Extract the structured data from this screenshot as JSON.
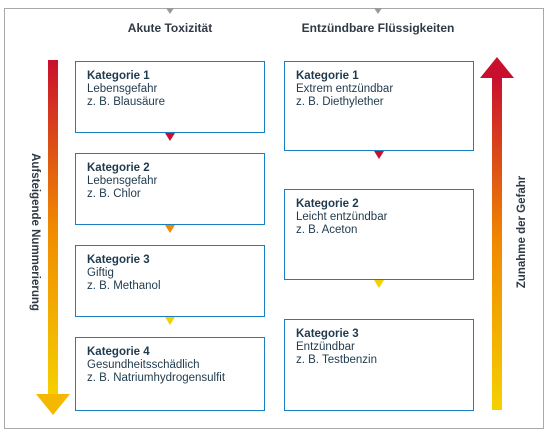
{
  "columns": {
    "left_heading": "Akute Toxizität",
    "right_heading": "Entzündbare Flüssigkeiten"
  },
  "left_boxes": [
    {
      "category": "Kategorie 1",
      "line1": "Lebensgefahr",
      "line2": "z. B. Blausäure"
    },
    {
      "category": "Kategorie 2",
      "line1": "Lebensgefahr",
      "line2": "z. B. Chlor"
    },
    {
      "category": "Kategorie 3",
      "line1": "Giftig",
      "line2": "z. B. Methanol"
    },
    {
      "category": "Kategorie 4",
      "line1": "Gesundheitsschädlich",
      "line2": "z. B. Natriumhydrogensulfit"
    }
  ],
  "right_boxes": [
    {
      "category": "Kategorie 1",
      "line1": "Extrem entzündbar",
      "line2": "z. B. Diethylether"
    },
    {
      "category": "Kategorie 2",
      "line1": "Leicht entzündbar",
      "line2": "z. B. Aceton"
    },
    {
      "category": "Kategorie 3",
      "line1": "Entzündbar",
      "line2": "z. B. Testbenzin"
    }
  ],
  "side_labels": {
    "left": "Aufsteigende Nummerierung",
    "right": "Zunahme der Gefahr"
  },
  "colors": {
    "box_border": "#1a7fc1",
    "red": "#c8102e",
    "orange": "#f08a00",
    "yellow": "#f5d000"
  }
}
